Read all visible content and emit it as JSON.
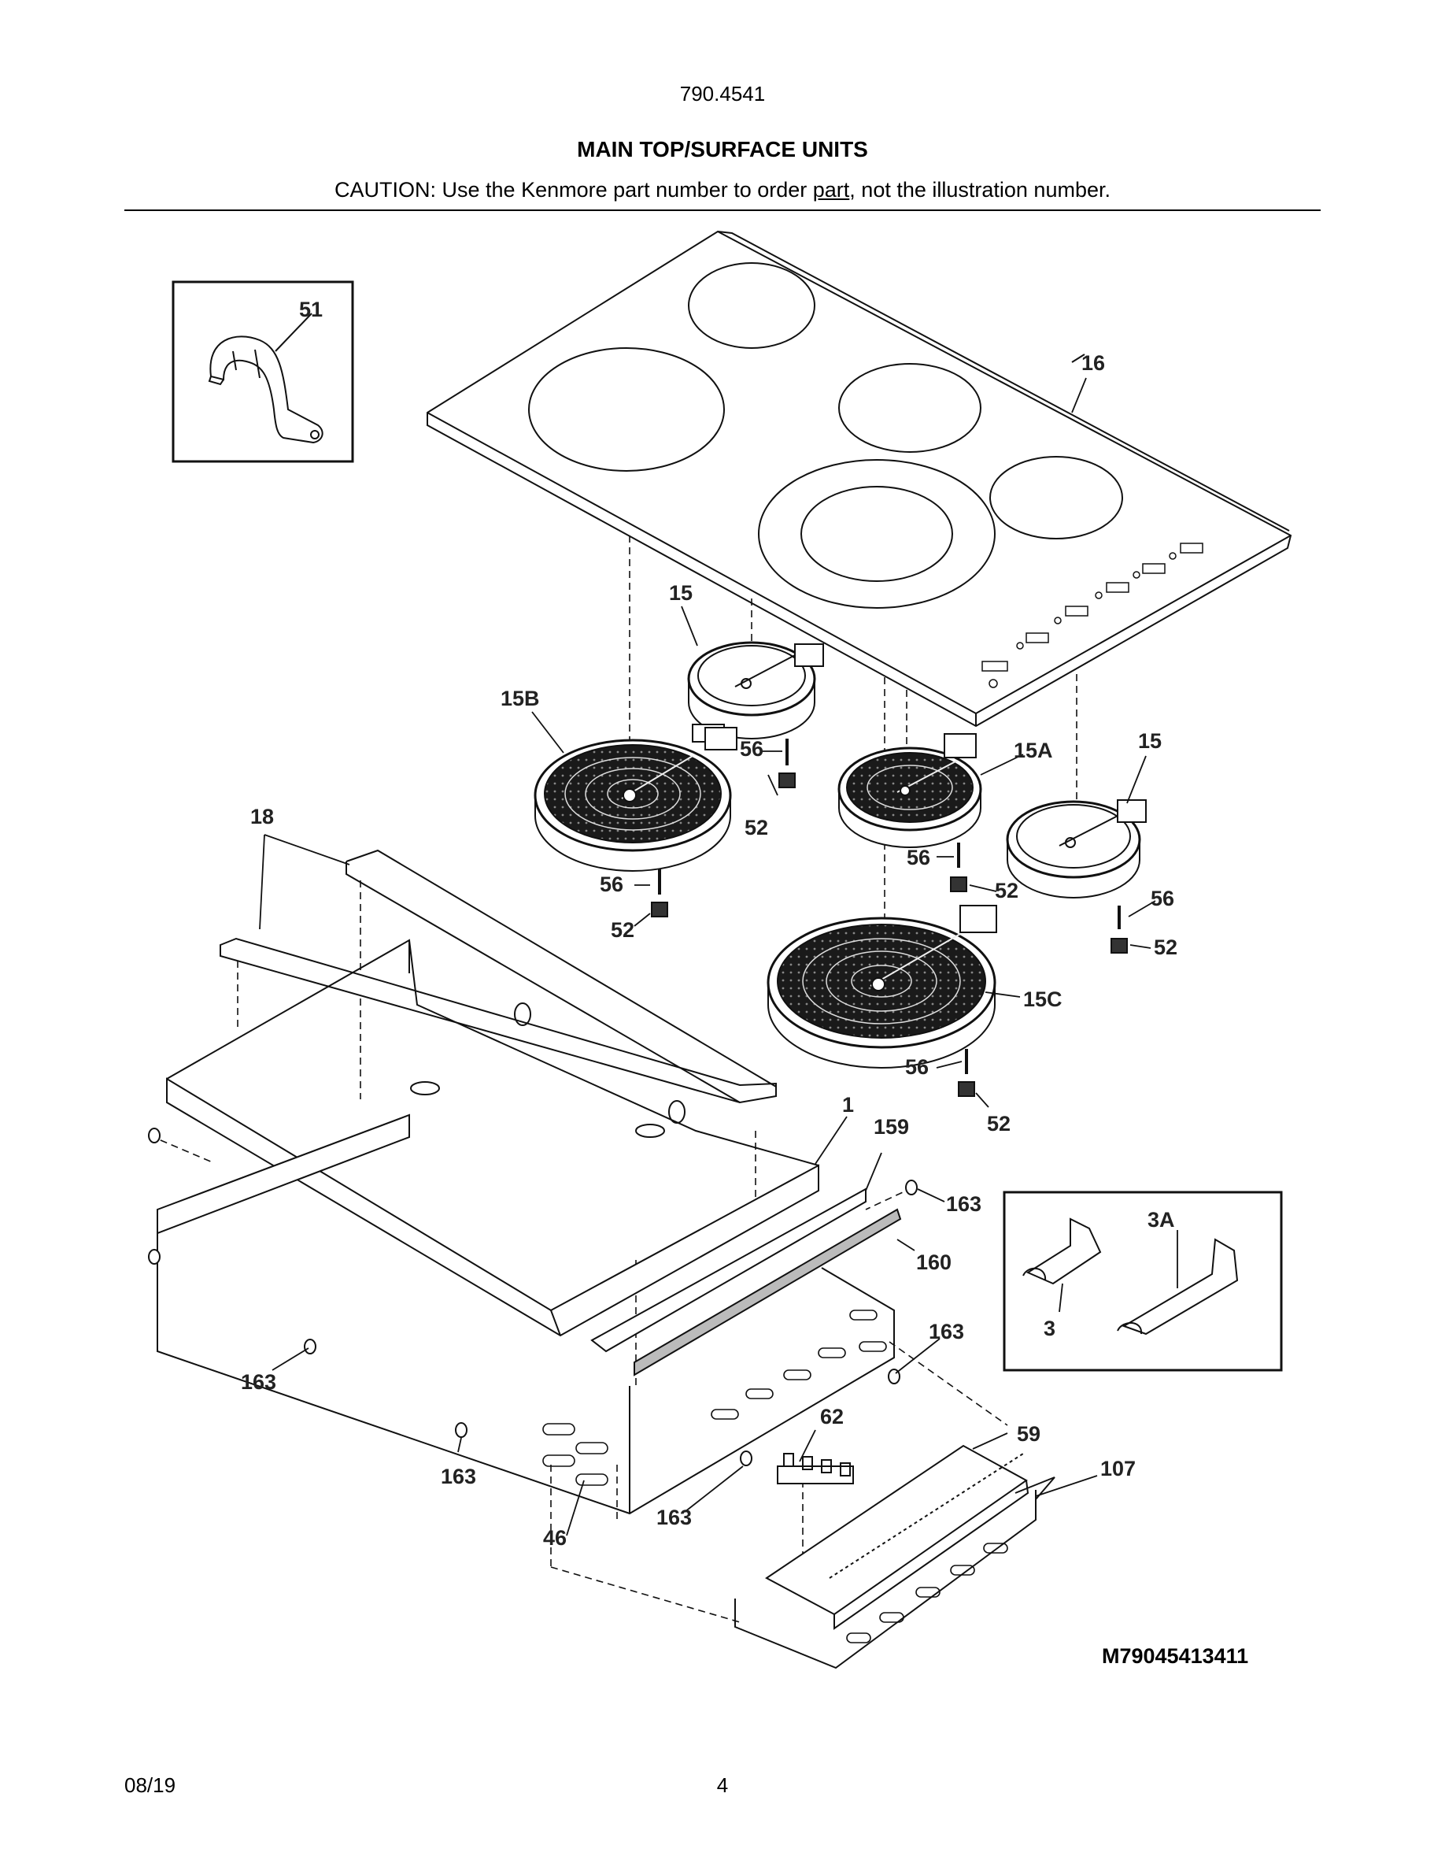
{
  "header": {
    "model_number": "790.4541",
    "title": "MAIN TOP/SURFACE UNITS",
    "caution_prefix": "CAUTION: Use the Kenmore part number to order ",
    "caution_underlined": "part",
    "caution_suffix": ", not the illustration number."
  },
  "callouts": {
    "p51": "51",
    "p16": "16",
    "p15_top": "15",
    "p15b": "15B",
    "p56_a": "56",
    "p15a": "15A",
    "p15_right": "15",
    "p18": "18",
    "p52_a": "52",
    "p56_b": "56",
    "p52_b": "52",
    "p56_c": "56",
    "p52_c": "52",
    "p56_d": "56",
    "p52_d": "52",
    "p15c": "15C",
    "p56_e": "56",
    "p52_e": "52",
    "p1": "1",
    "p159": "159",
    "p163_a": "163",
    "p160": "160",
    "p3a": "3A",
    "p3": "3",
    "p163_b": "163",
    "p163_c": "163",
    "p62": "62",
    "p59": "59",
    "p107": "107",
    "p163_d": "163",
    "p163_e": "163",
    "p46": "46"
  },
  "footer": {
    "drawing_number": "M79045413411",
    "date": "08/19",
    "page_number": "4"
  }
}
